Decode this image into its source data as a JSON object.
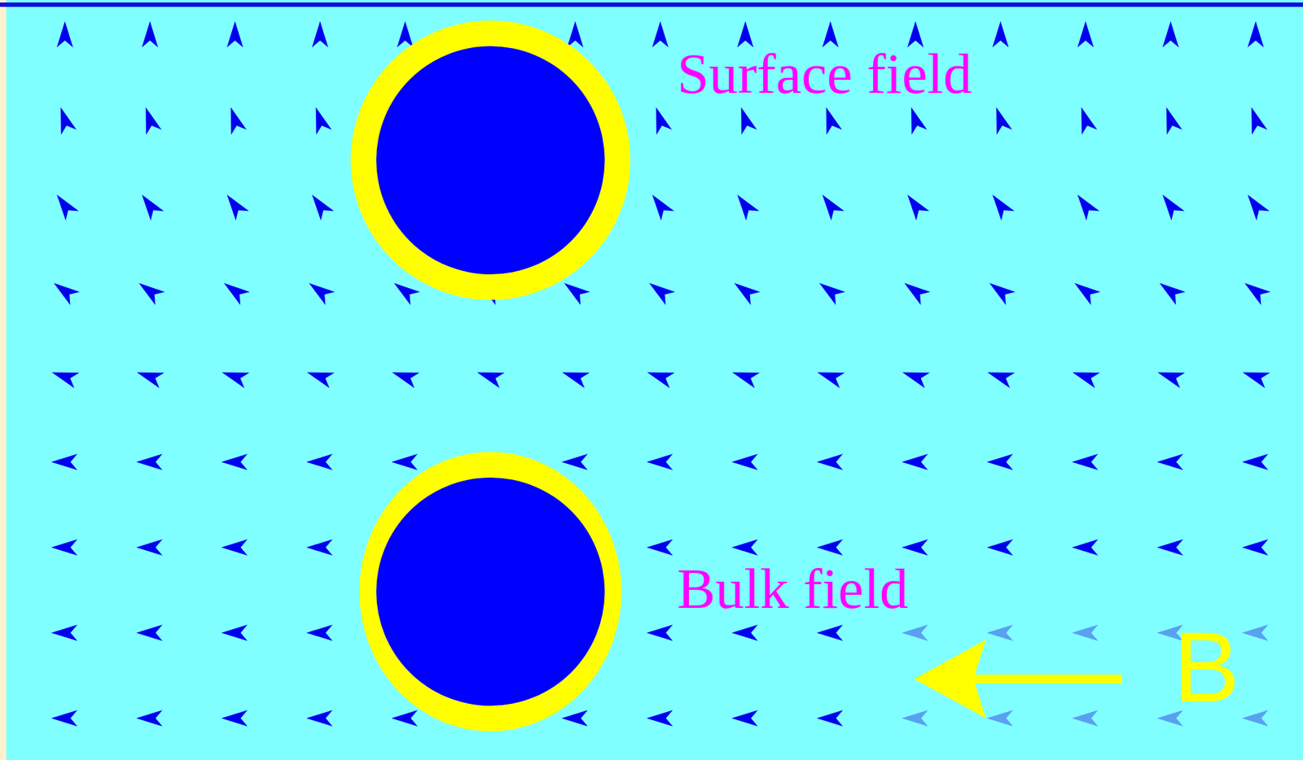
{
  "diagram": {
    "labels": [
      "Surface field",
      "Bulk field",
      "B"
    ]
  }
}
